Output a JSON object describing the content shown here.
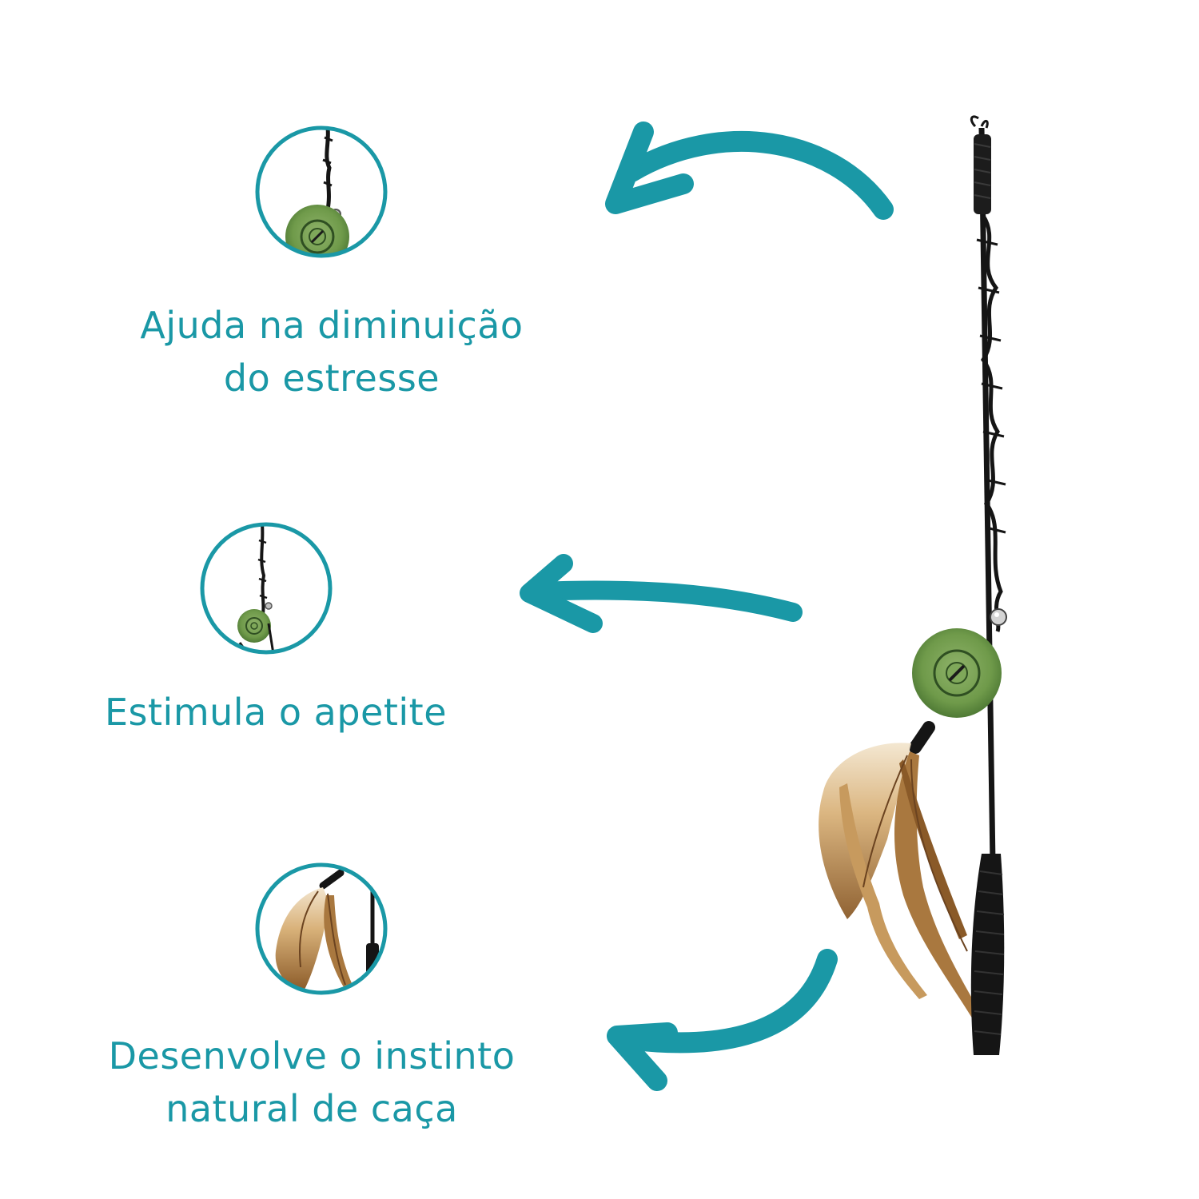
{
  "colors": {
    "accent": "#1a98a6",
    "rod": "#151515",
    "catnip": "#6f9a4a",
    "feather": "#b98a4e"
  },
  "benefits": [
    {
      "icon": "catnip-ball-closeup-icon",
      "lines": [
        "Ajuda na diminuição",
        "do estresse"
      ]
    },
    {
      "icon": "catnip-ball-full-icon",
      "lines": [
        "Estimula o apetite"
      ]
    },
    {
      "icon": "feather-closeup-icon",
      "lines": [
        "Desenvolve o instinto",
        "natural de caça"
      ]
    }
  ]
}
